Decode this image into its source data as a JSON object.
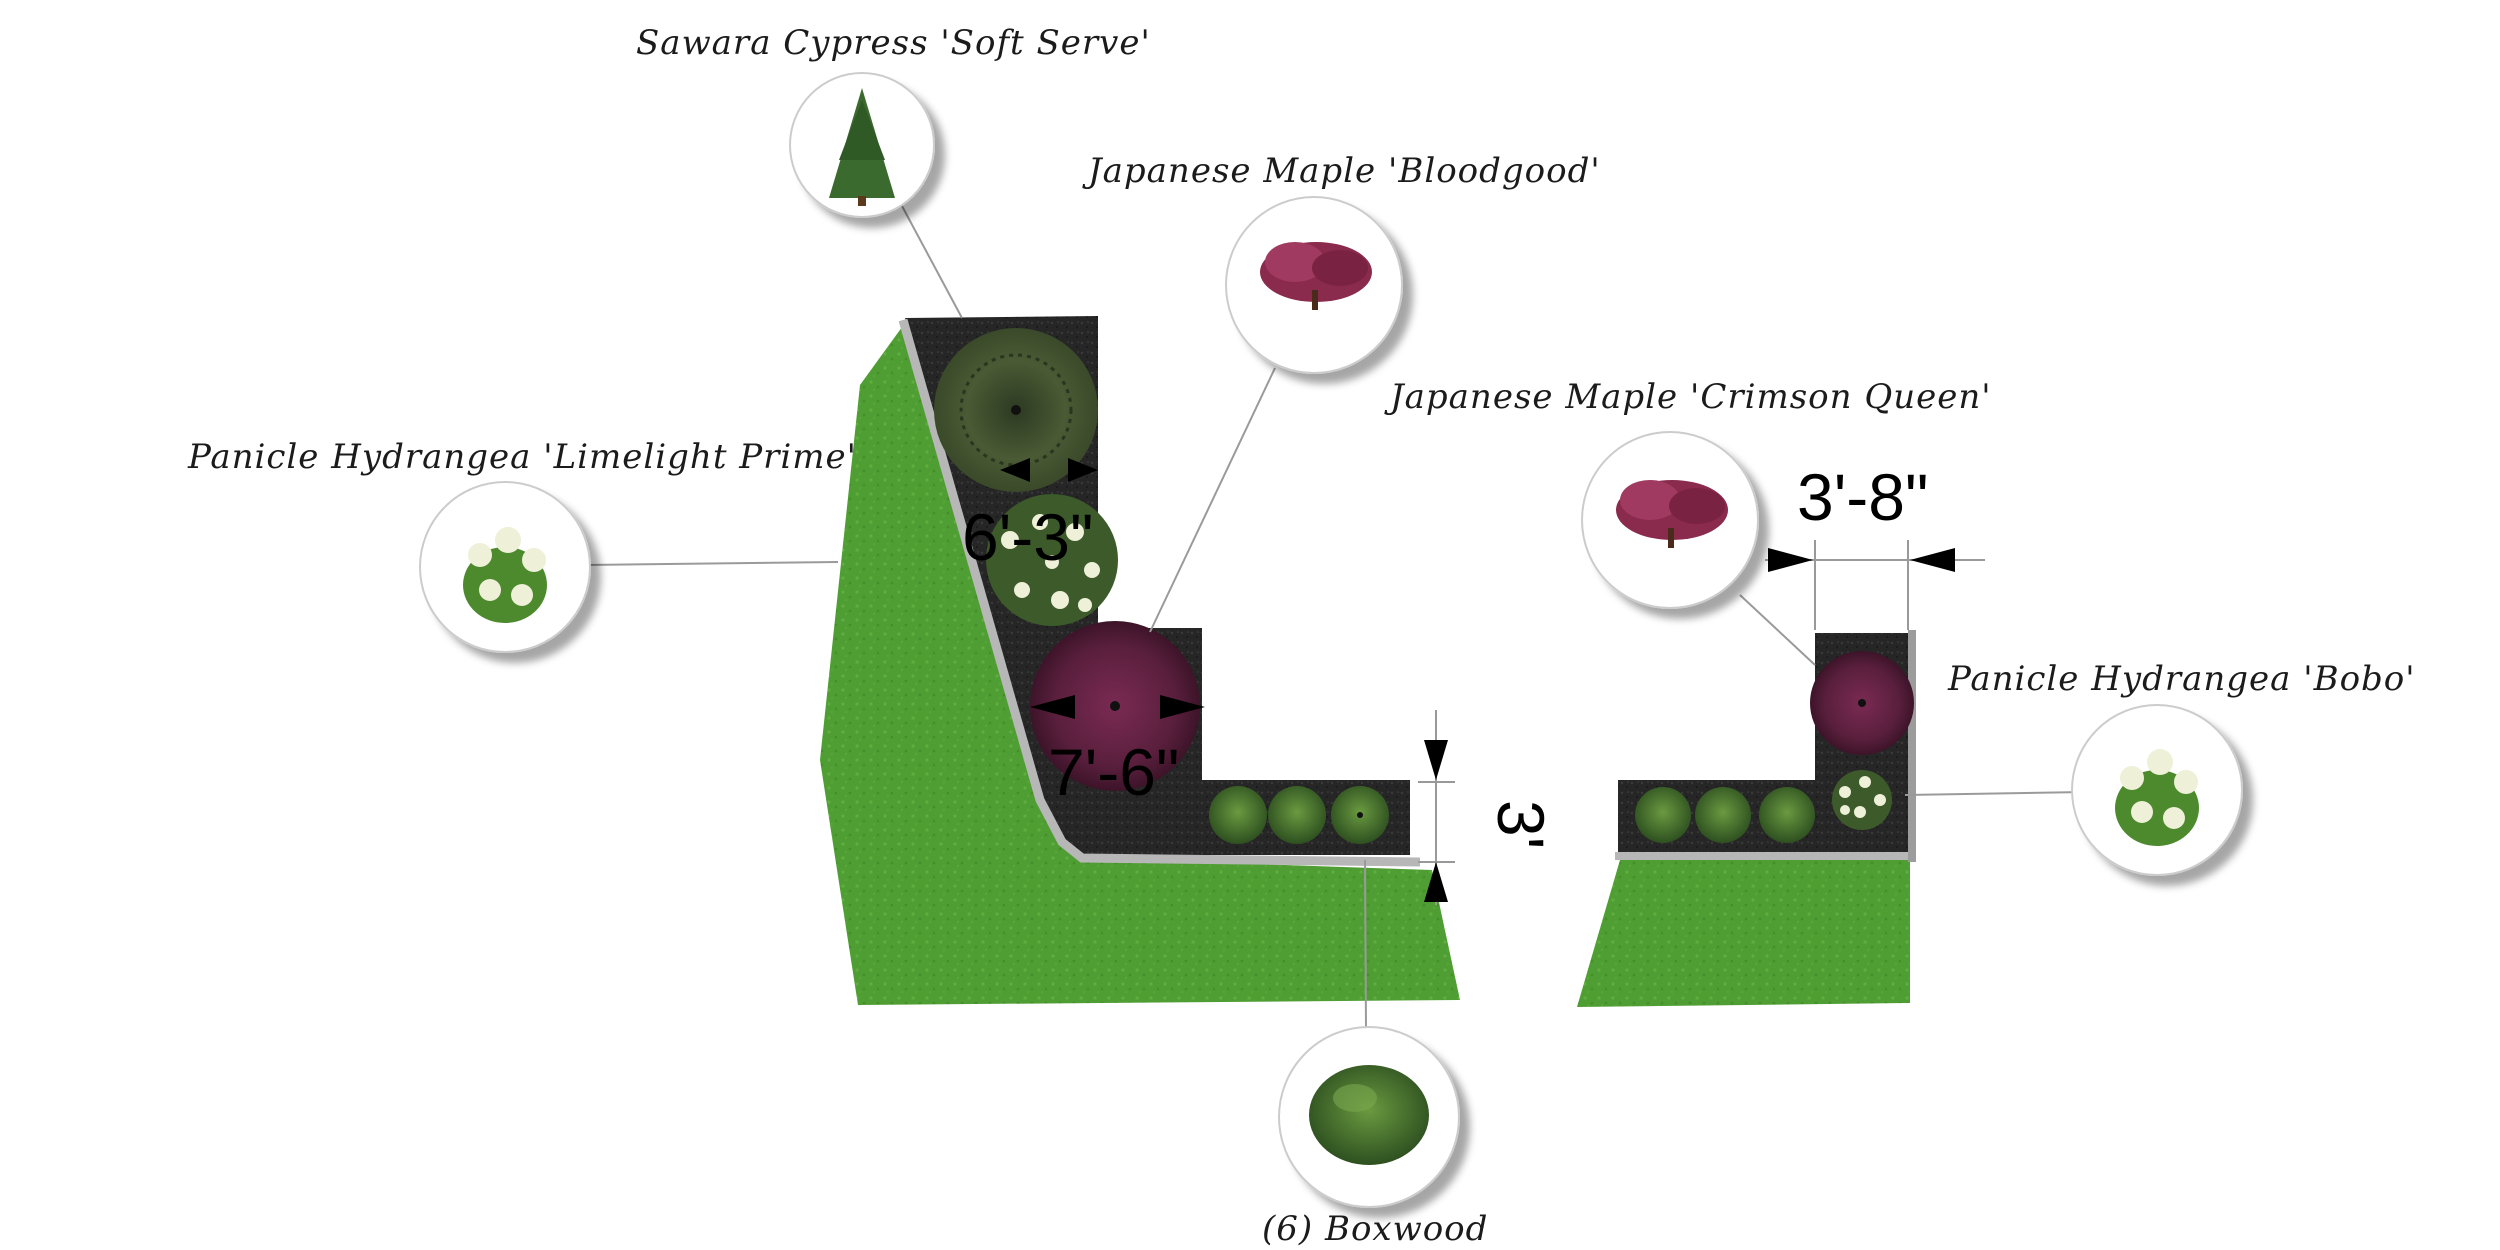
{
  "labels": {
    "sawara_cypress": "Sawara Cypress 'Soft Serve'",
    "maple_bloodgood": "Japanese Maple 'Bloodgood'",
    "maple_crimson": "Japanese Maple 'Crimson Queen'",
    "hydrangea_limelight": "Panicle Hydrangea 'Limelight Prime'",
    "hydrangea_bobo": "Panicle Hydrangea 'Bobo'",
    "boxwood": "(6) Boxwood"
  },
  "dimensions": {
    "bed_width_left_upper": "6'-3\"",
    "bed_width_left_lower": "7'-6\"",
    "bed_depth": "3'",
    "bed_width_right": "3'-8\""
  },
  "colors": {
    "lawn": "#4f9e33",
    "mulch": "#262626",
    "edging": "#b7b7b7",
    "leader_line": "#9a9a9a",
    "maple": "#8a2a4d",
    "cypress": "#3a5a2a",
    "boxwood": "#3f6a2a",
    "hydrangea_bloom": "#eef0d8"
  },
  "icons": [
    "cypress-tree-icon",
    "maple-tree-icon",
    "hydrangea-shrub-icon",
    "boxwood-shrub-icon"
  ]
}
